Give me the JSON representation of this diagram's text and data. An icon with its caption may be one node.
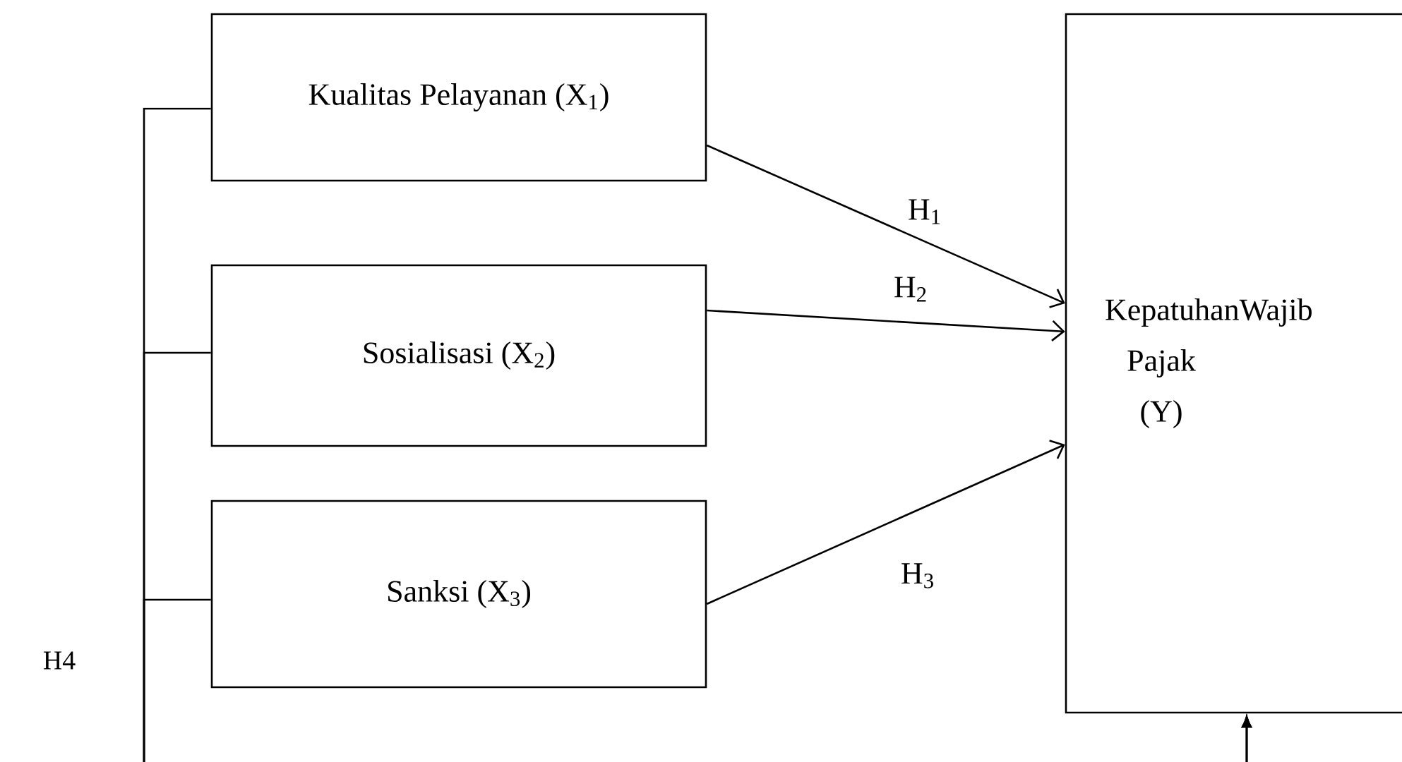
{
  "diagram": {
    "nodes": [
      {
        "text": [
          "Kualitas Pelayanan (X$_{1}$)"
        ]
      },
      {
        "text": [
          "Sosialisasi (X$_{2}$)"
        ]
      },
      {
        "text": [
          "Sanksi (X$_{3}$)"
        ]
      },
      {
        "text": [
          "KepatuhanWajib Pajak (Y)"
        ]
      }
    ],
    "edges": [
      {
        "from": 0,
        "to": 3,
        "arrow": "to",
        "label": "H$_{1}$"
      },
      {
        "from": 1,
        "to": 3,
        "arrow": "to",
        "label": "H$_{2}$"
      },
      {
        "from": 2,
        "to": 3,
        "arrow": "to",
        "label": "H$_{3}$"
      },
      {
        "from": 0,
        "to": 3,
        "arrow": "to"
      },
      {
        "from": 1,
        "to": 3,
        "arrow": "to"
      },
      {
        "from": 2,
        "to": 3,
        "arrow": "to",
        "label": "H4"
      }
    ]
  }
}
